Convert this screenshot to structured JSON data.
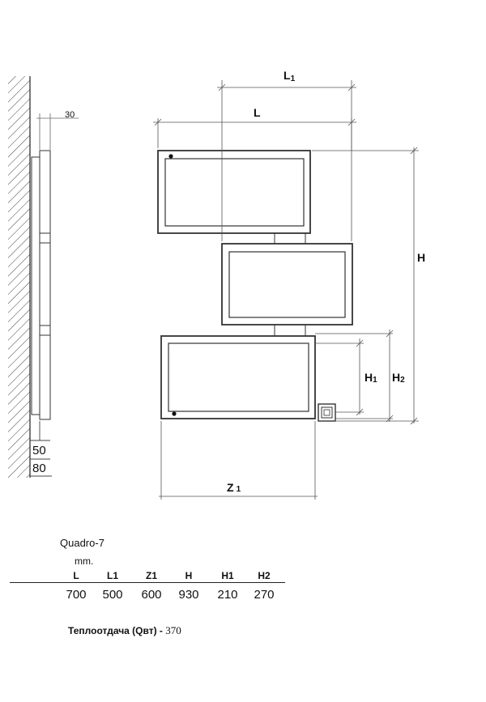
{
  "dimensions": {
    "wall_offset": "30",
    "L": "L",
    "L1": {
      "main": "L",
      "sub": "1"
    },
    "H": "H",
    "H1": {
      "main": "H",
      "sub": "1"
    },
    "H2": {
      "main": "H",
      "sub": "2"
    },
    "Z1": {
      "main": "Z",
      "sub": "1"
    },
    "depth_inner": "50",
    "depth_outer": "80"
  },
  "spec": {
    "model": "Quadro-7",
    "units": "mm.",
    "headers": [
      "L",
      "L1",
      "Z1",
      "H",
      "H1",
      "H2"
    ],
    "values": [
      "700",
      "500",
      "600",
      "930",
      "210",
      "270"
    ]
  },
  "heat_output": {
    "label": "Теплоотдача (Qвт) -",
    "value": "370"
  }
}
